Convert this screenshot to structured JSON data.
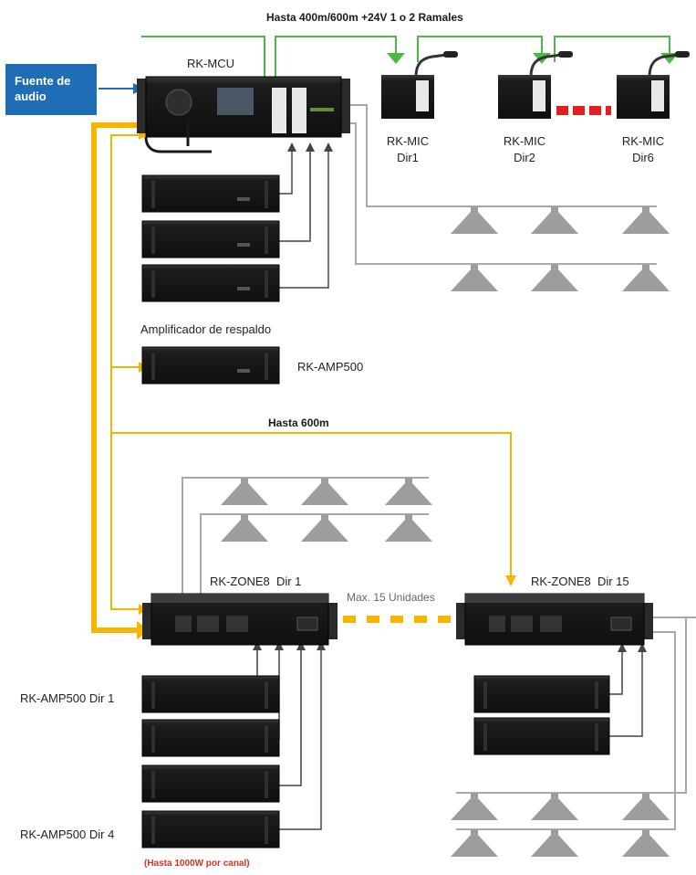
{
  "top_label": "Hasta 400m/600m +24V 1 o 2  Ramales",
  "audio_source": {
    "line1": "Fuente de",
    "line2": "audio"
  },
  "mcu": {
    "label": "RK-MCU"
  },
  "mics": [
    {
      "model": "RK-MIC",
      "dir": "Dir1"
    },
    {
      "model": "RK-MIC",
      "dir": "Dir2"
    },
    {
      "model": "RK-MIC",
      "dir": "Dir6"
    }
  ],
  "backup_amp": {
    "caption": "Amplificador de respaldo",
    "model": "RK-AMP500"
  },
  "mid_label": "Hasta 600m",
  "zone_left": {
    "model": "RK-ZONE8",
    "dir": "Dir 1"
  },
  "zone_right": {
    "model": "RK-ZONE8",
    "dir": "Dir 15"
  },
  "max_units": "Max. 15 Unidades",
  "amp_labels": {
    "first": "RK-AMP500 Dir 1",
    "last": "RK-AMP500 Dir 4"
  },
  "power_note": "(Hasta 1000W por canal)",
  "colors": {
    "green": "#4cb848",
    "yellow": "#f7b500",
    "red_dash": "#e02020",
    "blue": "#1f6db5",
    "gray_line": "#a8a8a8",
    "dark_line": "#444444",
    "speaker": "#9d9d9d",
    "device": "#1c1c1c"
  }
}
